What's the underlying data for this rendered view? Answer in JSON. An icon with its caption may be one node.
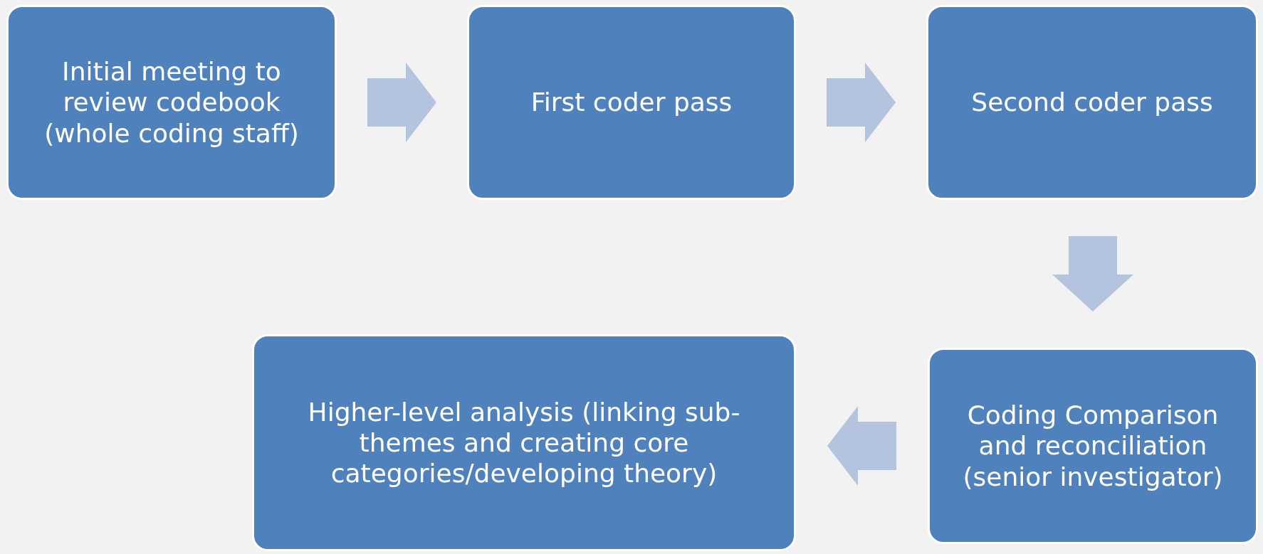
{
  "diagram": {
    "nodes": [
      {
        "text": [
          "Initial meeting to review codebook (whole coding staff)"
        ]
      },
      {
        "text": [
          "First coder pass"
        ]
      },
      {
        "text": [
          "Second coder pass"
        ]
      },
      {
        "text": [
          "Coding Comparison and reconciliation (senior investigator)"
        ]
      },
      {
        "text": [
          "Higher-level analysis (linking sub-themes and creating core categories/developing theory)"
        ]
      }
    ],
    "edges": [
      {
        "from": 0,
        "to": 1,
        "arrow": "to"
      },
      {
        "from": 1,
        "to": 2,
        "arrow": "to"
      },
      {
        "from": 2,
        "to": 3,
        "arrow": "to"
      },
      {
        "from": 3,
        "to": 4,
        "arrow": "to"
      }
    ]
  }
}
